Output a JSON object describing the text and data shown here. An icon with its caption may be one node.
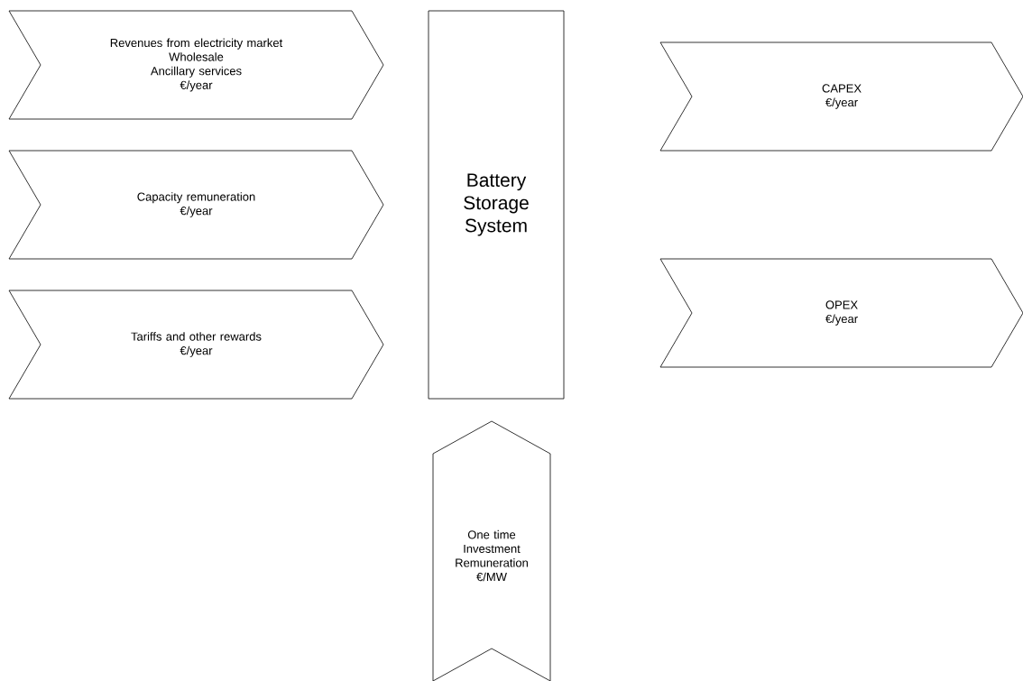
{
  "diagram": {
    "nodes": [
      {
        "text": [
          "Revenues from electricity market",
          "Wholesale",
          "Ancillary services",
          "€/year"
        ]
      },
      {
        "text": [
          "Capacity remuneration",
          "€/year"
        ]
      },
      {
        "text": [
          "Tariffs and other rewards",
          "€/year"
        ]
      },
      {
        "text": [
          "Battery Storage System"
        ]
      },
      {
        "text": [
          "CAPEX",
          "€/year"
        ]
      },
      {
        "text": [
          "OPEX",
          "€/year"
        ]
      },
      {
        "text": [
          "One time Investment Remuneration",
          "€/MW"
        ]
      }
    ]
  }
}
